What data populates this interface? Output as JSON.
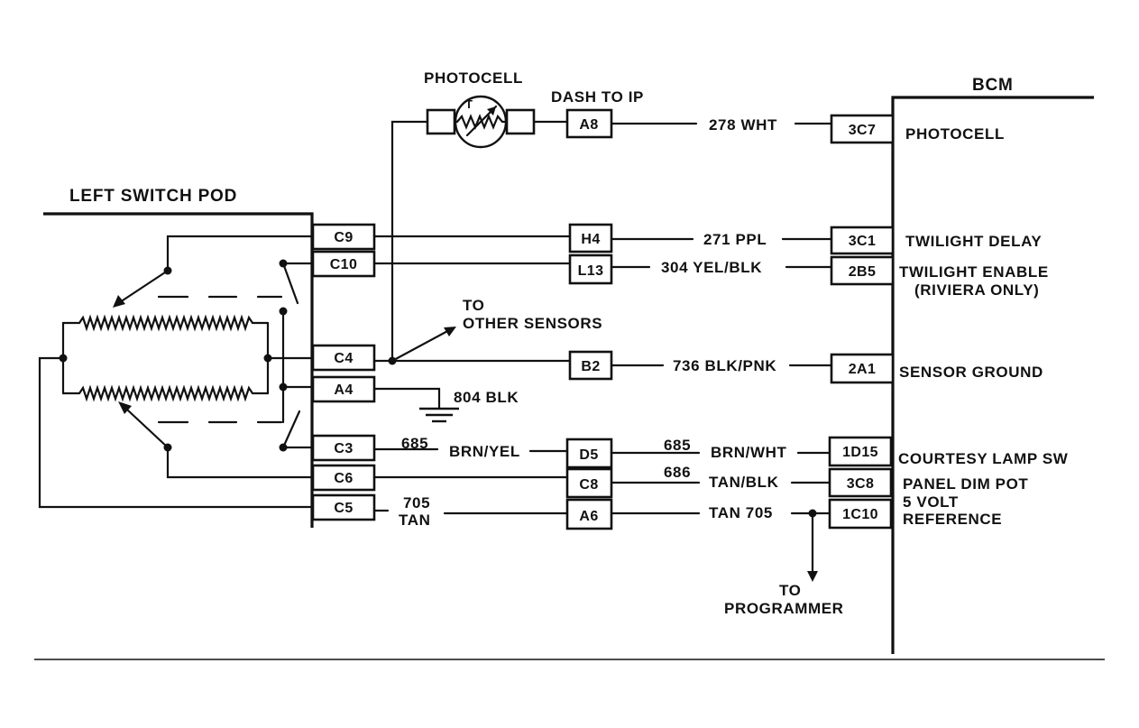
{
  "headings": {
    "left_switch_pod": "LEFT SWITCH POD",
    "bcm": "BCM",
    "photocell_top": "PHOTOCELL",
    "photocell_t": "T",
    "dash_to_ip": "DASH TO IP",
    "to_other_sensors_1": "TO",
    "to_other_sensors_2": "OTHER SENSORS",
    "to_programmer_1": "TO",
    "to_programmer_2": "PROGRAMMER"
  },
  "pod_pins": [
    "C9",
    "C10",
    "C4",
    "A4",
    "C3",
    "C6",
    "C5"
  ],
  "mid_pins": [
    "A8",
    "H4",
    "L13",
    "B2",
    "D5",
    "C8",
    "A6"
  ],
  "bcm_pins": [
    "3C7",
    "3C1",
    "2B5",
    "2A1",
    "1D15",
    "3C8",
    "1C10"
  ],
  "wires": {
    "w278": "278 WHT",
    "w271": "271 PPL",
    "w304": "304 YEL/BLK",
    "w736": "736 BLK/PNK",
    "w804": "804 BLK",
    "w685a_num": "685",
    "w685a_col": "BRN/YEL",
    "w685b_num": "685",
    "w685b_col": "BRN/WHT",
    "w686_num": "686",
    "w686_col": "TAN/BLK",
    "w705a_num": "705",
    "w705a_col": "TAN",
    "w705b": "TAN 705"
  },
  "bcm_functions": {
    "photocell": "PHOTOCELL",
    "twilight_delay": "TWILIGHT DELAY",
    "twilight_enable_1": "TWILIGHT ENABLE",
    "twilight_enable_2": "(RIVIERA ONLY)",
    "sensor_ground": "SENSOR GROUND",
    "courtesy_lamp": "COURTESY LAMP SW",
    "panel_dim": "PANEL DIM POT",
    "five_volt_1": "5 VOLT",
    "five_volt_2": "REFERENCE"
  }
}
